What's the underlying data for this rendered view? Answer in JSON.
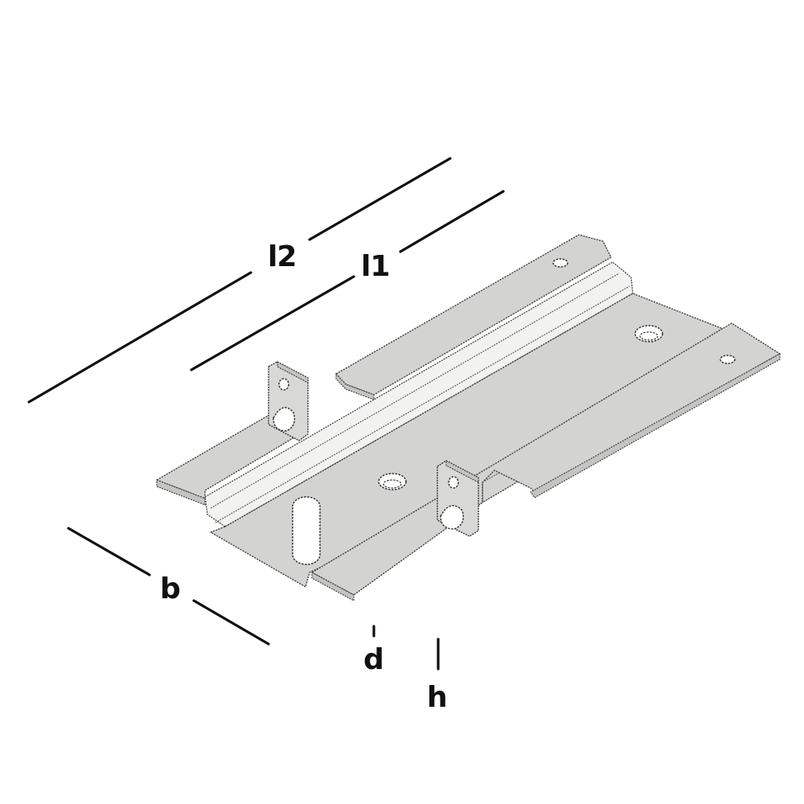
{
  "diagram": {
    "type": "isometric technical drawing",
    "subject": "bent sheet-metal mounting bracket with central bead, two upturned lugs with holes, and flanged mounting plates",
    "colors": {
      "background": "#ffffff",
      "metal_surface": "#d3d3d1",
      "bead_highlight": "#f2f2f0",
      "outline": "#444444",
      "dimension_lines": "#111111"
    }
  },
  "dimensions": {
    "l2": {
      "label": "l2",
      "meaning": "overall length"
    },
    "l1": {
      "label": "l1",
      "meaning": "bead / base length"
    },
    "b": {
      "label": "b",
      "meaning": "width"
    },
    "d": {
      "label": "d",
      "meaning": "material thickness"
    },
    "h": {
      "label": "h",
      "meaning": "height"
    }
  },
  "features": {
    "lugs": 2,
    "round_holes": 4,
    "slot_holes": 1,
    "bead": 1
  }
}
